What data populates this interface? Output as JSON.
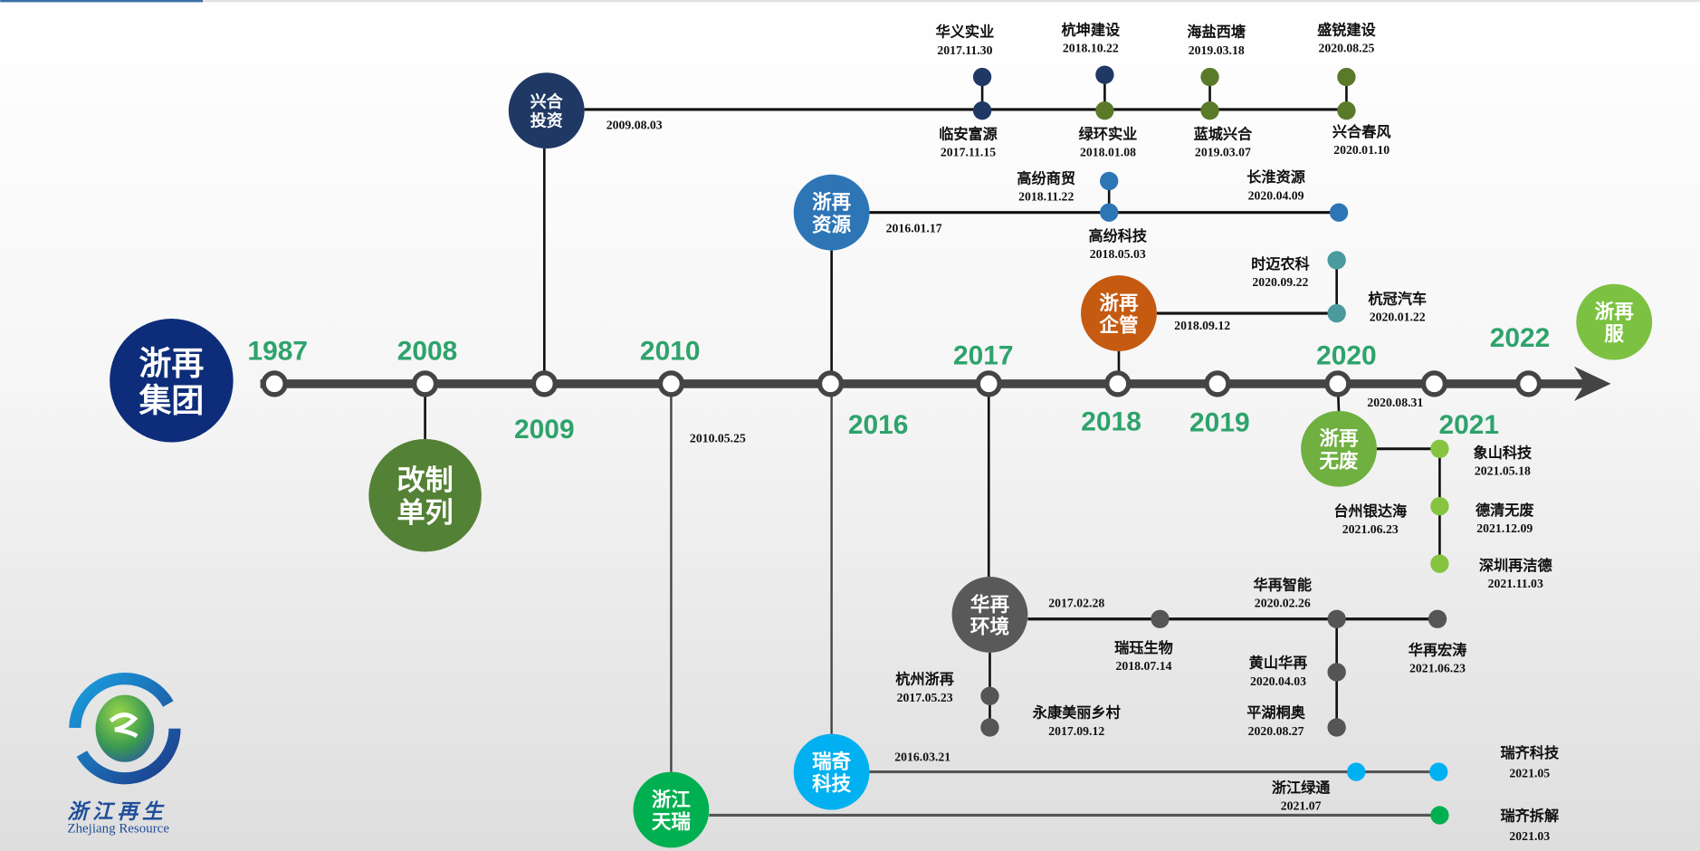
{
  "logo": {
    "cn": "浙江再生",
    "en": "Zhejiang Resource"
  },
  "years": [
    "1987",
    "2008",
    "2009",
    "2010",
    "2016",
    "2017",
    "2018",
    "2019",
    "2020",
    "2021",
    "2022"
  ],
  "hubs": {
    "group": {
      "lines": [
        "浙再",
        "集团"
      ],
      "color": "#0d2d7a"
    },
    "reform": {
      "lines": [
        "改制",
        "单列"
      ],
      "color": "#538135"
    },
    "xinghe": {
      "lines": [
        "兴合",
        "投资"
      ],
      "color": "#1f3864",
      "date": "2009.08.03"
    },
    "resource": {
      "lines": [
        "浙再",
        "资源"
      ],
      "color": "#2e75b6",
      "date": "2016.01.17"
    },
    "mgmt": {
      "lines": [
        "浙再",
        "企管"
      ],
      "color": "#c55a11",
      "date": "2018.09.12"
    },
    "service": {
      "lines": [
        "浙再",
        "服"
      ],
      "color": "#7cc142"
    },
    "nowaste": {
      "lines": [
        "浙再",
        "无废"
      ],
      "color": "#6fb040",
      "date": "2020.08.31"
    },
    "huazai": {
      "lines": [
        "华再",
        "环境"
      ],
      "color": "#595959",
      "date": "2017.02.28"
    },
    "ruiqi": {
      "lines": [
        "瑞奇",
        "科技"
      ],
      "color": "#00b0f0",
      "date": "2016.03.21"
    },
    "tianrui": {
      "lines": [
        "浙江",
        "天瑞"
      ],
      "color": "#00b050",
      "date": "2010.05.25"
    }
  },
  "children": [
    {
      "name": "华义实业",
      "date": "2017.11.30",
      "color": "#1f3864"
    },
    {
      "name": "临安富源",
      "date": "2017.11.15",
      "color": "#1f3864"
    },
    {
      "name": "杭坤建设",
      "date": "2018.10.22",
      "color": "#1f3864"
    },
    {
      "name": "绿环实业",
      "date": "2018.01.08",
      "color": "#5a7a2a"
    },
    {
      "name": "海盐西塘",
      "date": "2019.03.18",
      "color": "#5a7a2a"
    },
    {
      "name": "蓝城兴合",
      "date": "2019.03.07",
      "color": "#5a7a2a"
    },
    {
      "name": "盛锐建设",
      "date": "2020.08.25",
      "color": "#5a7a2a"
    },
    {
      "name": "兴合春风",
      "date": "2020.01.10",
      "color": "#5a7a2a"
    },
    {
      "name": "高纷商贸",
      "date": "2018.11.22",
      "color": "#2e75b6"
    },
    {
      "name": "高纷科技",
      "date": "2018.05.03",
      "color": "#2e75b6"
    },
    {
      "name": "长淮资源",
      "date": "2020.04.09",
      "color": "#2e75b6"
    },
    {
      "name": "时迈农科",
      "date": "2020.09.22",
      "color": "#4a9a9e"
    },
    {
      "name": "杭冠汽车",
      "date": "2020.01.22",
      "color": "#4a9a9e"
    },
    {
      "name": "象山科技",
      "date": "2021.05.18",
      "color": "#86c440"
    },
    {
      "name": "德清无废",
      "date": "2021.12.09",
      "color": "#86c440"
    },
    {
      "name": "深圳再洁德",
      "date": "2021.11.03",
      "color": "#86c440"
    },
    {
      "name": "台州银达海",
      "date": "2021.06.23",
      "color": "#86c440"
    },
    {
      "name": "瑞珏生物",
      "date": "2018.07.14",
      "color": "#555555"
    },
    {
      "name": "华再智能",
      "date": "2020.02.26",
      "color": "#555555"
    },
    {
      "name": "华再宏涛",
      "date": "2021.06.23",
      "color": "#555555"
    },
    {
      "name": "黄山华再",
      "date": "2020.04.03",
      "color": "#555555"
    },
    {
      "name": "平湖桐奥",
      "date": "2020.08.27",
      "color": "#555555"
    },
    {
      "name": "杭州浙再",
      "date": "2017.05.23",
      "color": "#555555"
    },
    {
      "name": "永康美丽乡村",
      "date": "2017.09.12",
      "color": "#555555"
    },
    {
      "name": "浙江绿通",
      "date": "2021.07",
      "color": "#00b0f0"
    },
    {
      "name": "瑞齐科技",
      "date": "2021.05",
      "color": "#00b0f0"
    },
    {
      "name": "瑞齐拆解",
      "date": "2021.03",
      "color": "#00b050"
    }
  ]
}
